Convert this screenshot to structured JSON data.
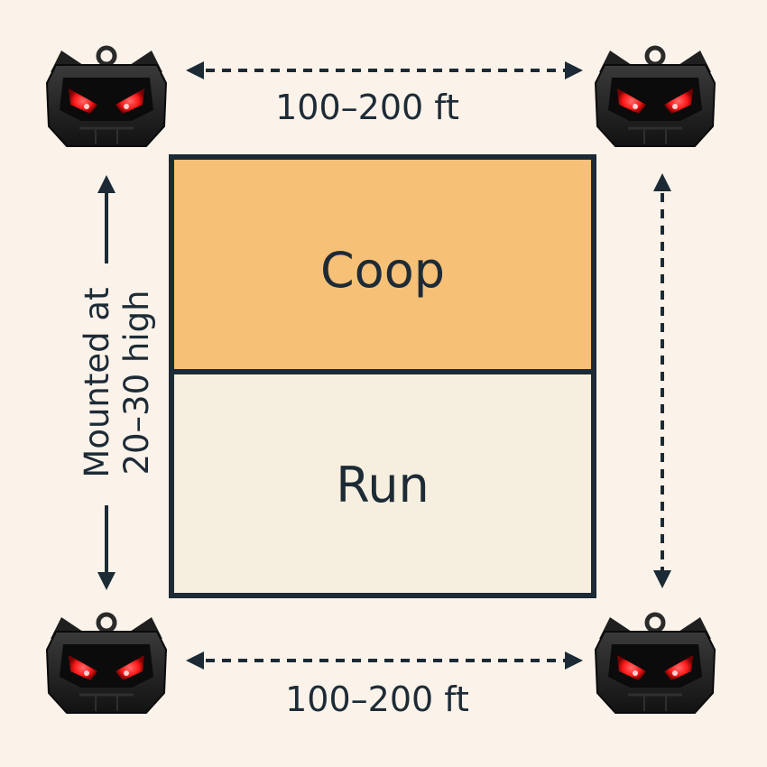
{
  "coop": {
    "label": "Coop",
    "fill": "#f6c077"
  },
  "run": {
    "label": "Run",
    "fill": "#f6efe0"
  },
  "outline_color": "#1b2a35",
  "top_distance": "100–200 ft",
  "bottom_distance": "100–200 ft",
  "mount_height": {
    "line1": "Mounted at",
    "line2": "20–30 high"
  },
  "deterrent": {
    "icon": "predator-light-icon",
    "eye_color": "#ff1a1a",
    "count": 4
  }
}
